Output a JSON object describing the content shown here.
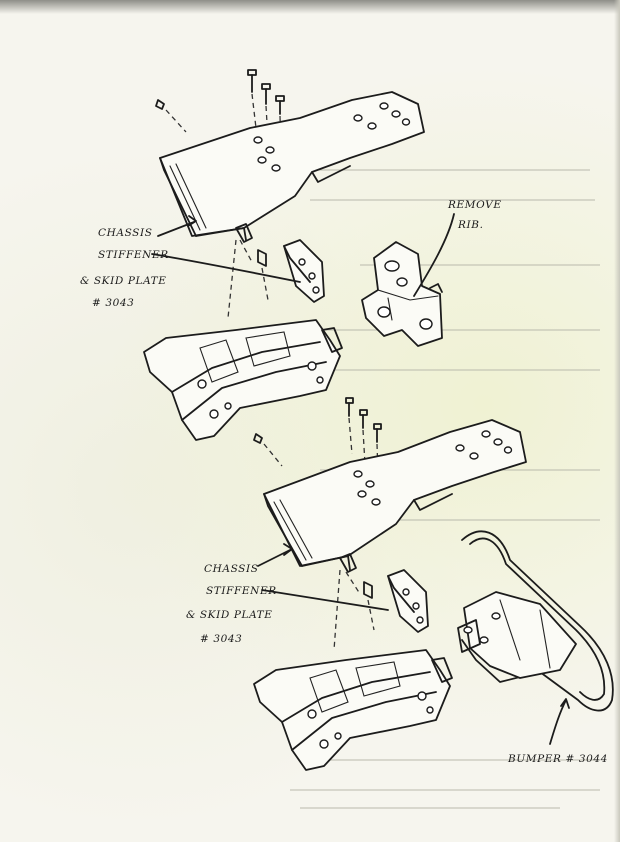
{
  "labels": {
    "upper_stiffener": [
      "CHASSIS",
      "STIFFENER",
      "& SKID PLATE",
      "# 3043"
    ],
    "remove_rib": [
      "REMOVE",
      "RIB."
    ],
    "lower_stiffener": [
      "CHASSIS",
      "STIFFENER",
      "& SKID PLATE",
      "# 3043"
    ],
    "bumper": "BUMPER # 3044"
  },
  "colors": {
    "ink": "#1c1c1c",
    "paper": "#f6f5ee",
    "stain": "#ecf0c4"
  }
}
